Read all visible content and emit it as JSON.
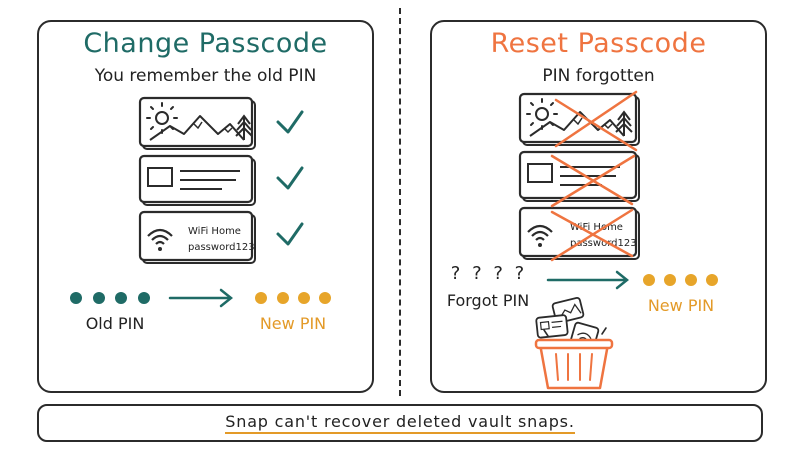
{
  "colors": {
    "ink": "#2b2b2b",
    "teal": "#1f6b66",
    "orange": "#ef7440",
    "gold": "#e7a52a"
  },
  "left": {
    "title": "Change Passcode",
    "subtitle": "You remember the old PIN",
    "old_label": "Old PIN",
    "new_label": "New PIN",
    "wifi_line1": "WiFi Home",
    "wifi_line2": "password123"
  },
  "right": {
    "title": "Reset Passcode",
    "subtitle": "PIN forgotten",
    "question_marks": "? ? ? ?",
    "forgot_label": "Forgot PIN",
    "new_label": "New PIN",
    "wifi_line1": "WiFi Home",
    "wifi_line2": "password123"
  },
  "footer": {
    "text": "Snap can't recover deleted vault snaps."
  },
  "icons": {
    "check": "checkmark-icon",
    "cross": "cross-out-icon",
    "arrow": "arrow-right-icon",
    "trash": "trash-bin-icon"
  }
}
